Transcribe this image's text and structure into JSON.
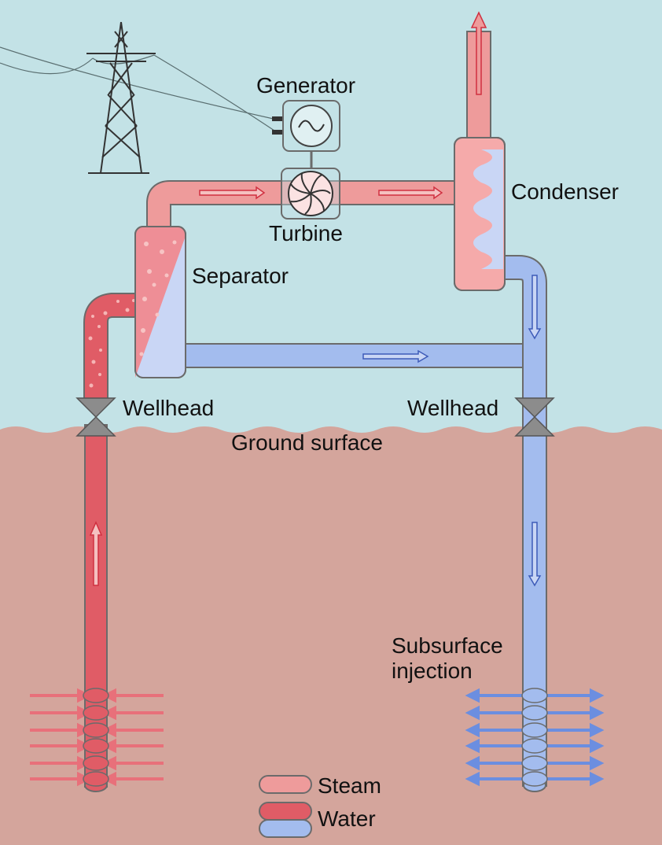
{
  "labels": {
    "generator": "Generator",
    "turbine": "Turbine",
    "condenser": "Condenser",
    "separator": "Separator",
    "wellhead_left": "Wellhead",
    "wellhead_right": "Wellhead",
    "ground_surface": "Ground surface",
    "subsurface_line1": "Subsurface",
    "subsurface_line2": "injection"
  },
  "legend": [
    {
      "label": "Steam",
      "color": "#ee9b9b"
    },
    {
      "label": "Water",
      "color": "#e05c66"
    },
    {
      "label": "",
      "color": "#a3bcee"
    }
  ],
  "colors": {
    "sky": "#c3e2e6",
    "ground": "#d4a59c",
    "steam": "#ee9b9b",
    "hot_water": "#e05c66",
    "cold_water": "#a3bcee",
    "valve": "#8c8c8c"
  }
}
